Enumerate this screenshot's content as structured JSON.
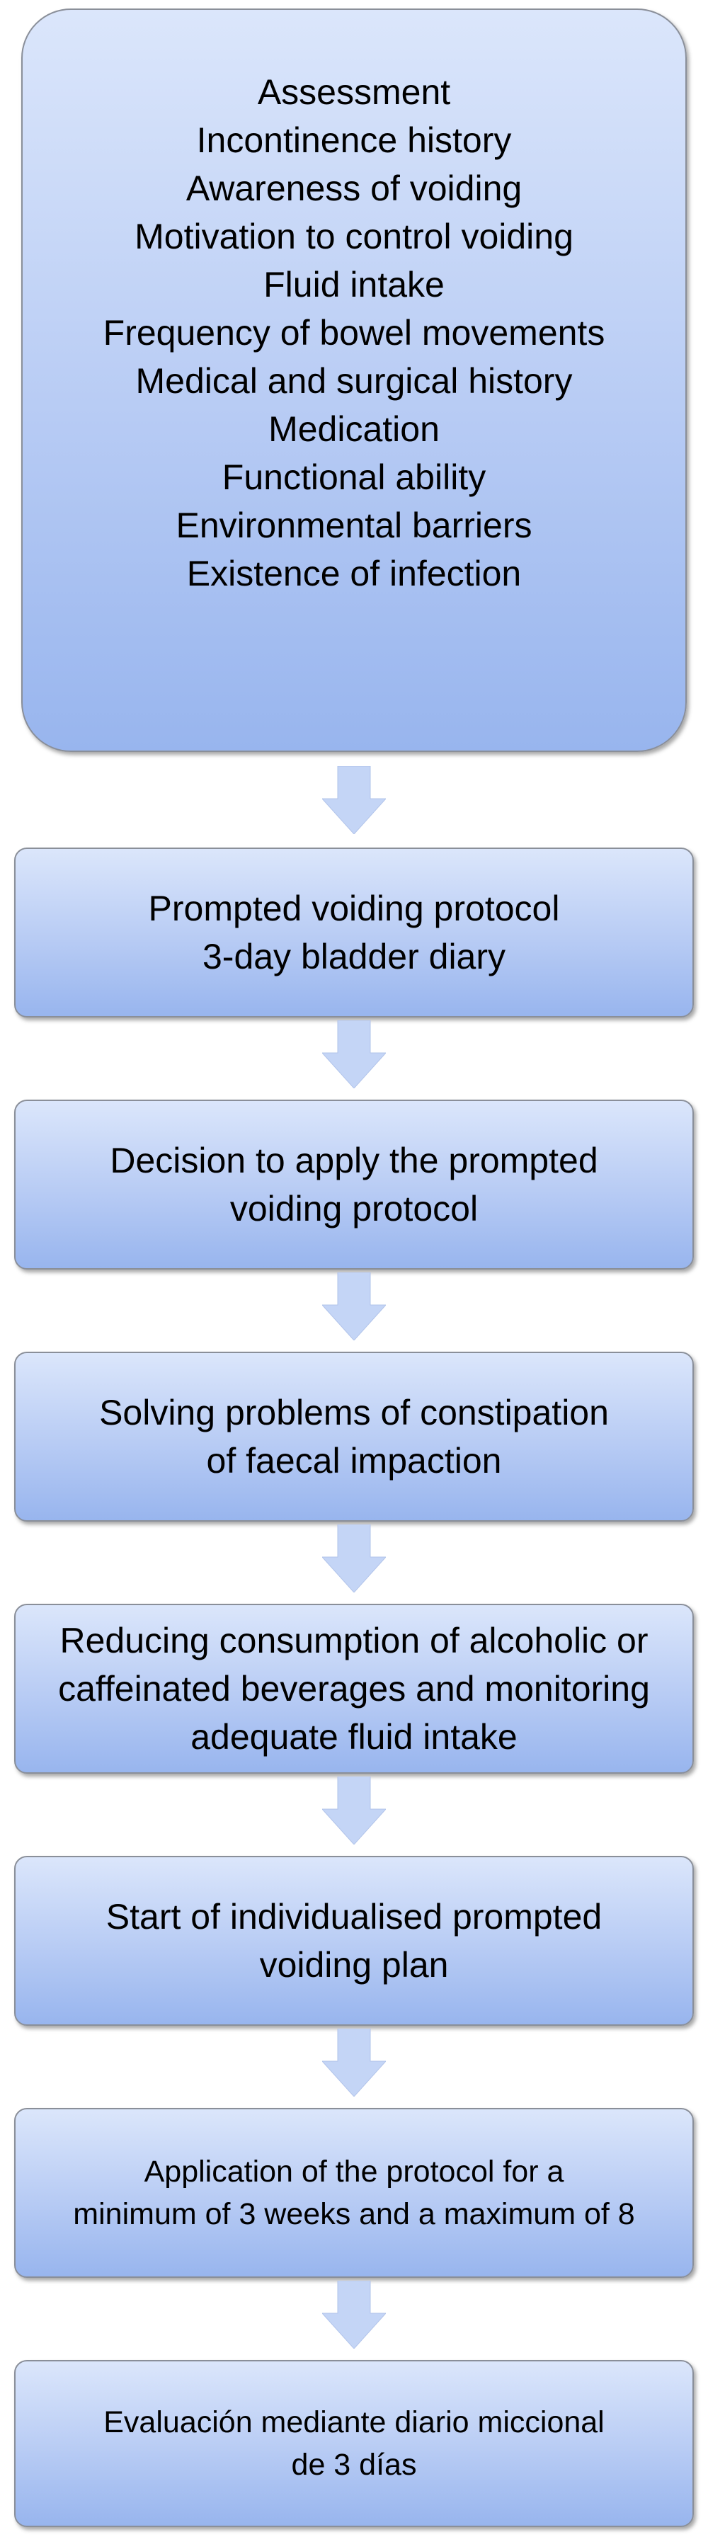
{
  "assessment": {
    "lines": [
      "Assessment",
      "Incontinence history",
      "Awareness of voiding",
      "Motivation to control voiding",
      "Fluid intake",
      "Frequency of bowel movements",
      "Medical and surgical history",
      "Medication",
      "Functional ability",
      "Environmental barriers",
      "Existence of infection"
    ]
  },
  "steps": [
    {
      "lines": [
        "Prompted voiding protocol",
        "3-day bladder diary"
      ]
    },
    {
      "lines": [
        "Decision to apply the prompted",
        "voiding protocol"
      ]
    },
    {
      "lines": [
        "Solving problems of constipation",
        "of faecal impaction"
      ]
    },
    {
      "lines": [
        "Reducing consumption of alcoholic or",
        "caffeinated beverages and monitoring",
        "adequate fluid intake"
      ]
    },
    {
      "lines": [
        "Start of individualised prompted",
        "voiding plan"
      ]
    },
    {
      "lines": [
        "Application of the protocol for a",
        "minimum of 3 weeks and a maximum of 8"
      ]
    },
    {
      "lines": [
        "Evaluación mediante diario miccional",
        "de 3 días"
      ]
    }
  ],
  "colors": {
    "box_top": "#dbe6fb",
    "box_bottom": "#98b5ee",
    "arrow": "#c4d5f6",
    "border": "#8a8f99"
  }
}
